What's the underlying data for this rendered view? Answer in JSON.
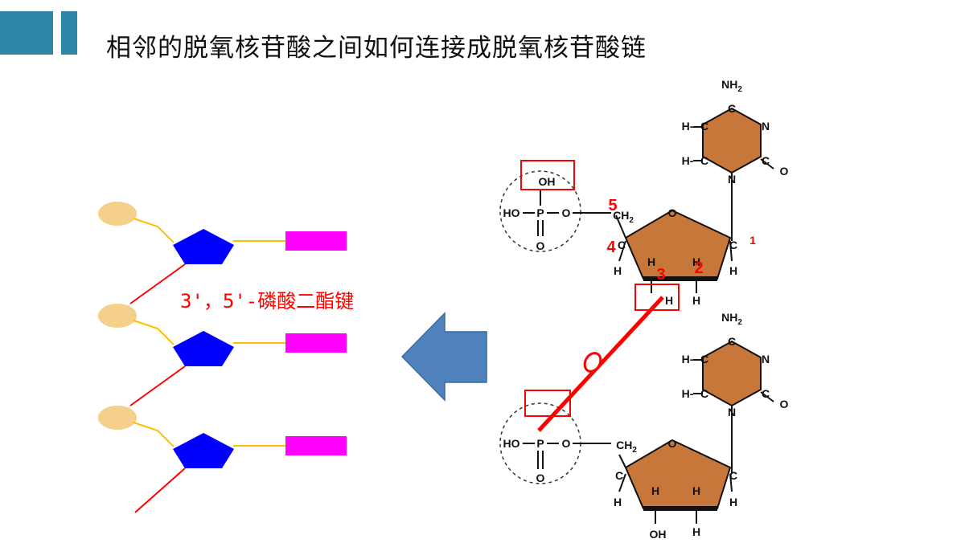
{
  "slide": {
    "title": "相邻的脱氧核苷酸之间如何连接成脱氧核苷酸链",
    "bond_label": "3'，5'-磷酸二酯键"
  },
  "structure": {
    "upper_nucleotide": {
      "base_atoms": {
        "nh2": "NH",
        "nh2_sub": "2",
        "c_top": "C",
        "n_right": "N",
        "c_o": "C",
        "o": "O",
        "n_bottom": "N",
        "h1": "H-",
        "c1": "C",
        "h2": "H-",
        "c2": "C"
      },
      "phosphate": {
        "oh_top": "OH",
        "ho_left": "HO",
        "p": "P",
        "o_right": "O",
        "o_bottom": "O"
      },
      "sugar": {
        "ch2": "CH",
        "ch2_sub": "2",
        "ring_o": "O",
        "c4": "C",
        "c1": "C",
        "h4": "H",
        "h1": "H",
        "h3": "H",
        "h2": "H",
        "h3b": "H",
        "h2b": "H"
      },
      "positions": {
        "p5": "5",
        "p4": "4",
        "p3": "3",
        "p2": "2",
        "p1": "1"
      }
    },
    "bond_o": "O",
    "lower_nucleotide": {
      "base_atoms": {
        "nh2": "NH",
        "nh2_sub": "2",
        "c_top": "C",
        "n_right": "N",
        "c_o": "C",
        "o": "O",
        "n_bottom": "N",
        "h1": "H-",
        "c1": "C",
        "h2": "H-",
        "c2": "C"
      },
      "phosphate": {
        "ho_left": "HO",
        "p": "P",
        "o_right": "O",
        "o_bottom": "O"
      },
      "sugar": {
        "ch2": "CH",
        "ch2_sub": "2",
        "ring_o": "O",
        "c4": "C",
        "c1": "C",
        "h4": "H",
        "h1": "H",
        "h3": "H",
        "h2": "H",
        "oh": "OH",
        "h_bottom": "H"
      }
    }
  },
  "colors": {
    "accent_bar": "#2e86a6",
    "bond_red": "#ff0000",
    "phosphate_circle": "#f5d08a",
    "sugar_pentagon": "#0000ff",
    "base_rect": "#ff00ff",
    "connector_yellow": "#ffc000",
    "arrow": "#4f81bd",
    "ring_fill": "#c8773a"
  }
}
